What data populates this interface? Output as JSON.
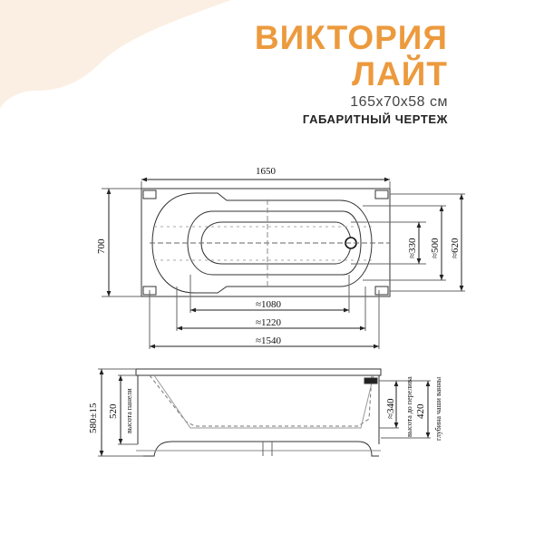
{
  "product": {
    "title_line1": "ВИКТОРИЯ",
    "title_line2": "ЛАЙТ",
    "dimensions": "165x70x58 см"
  },
  "drawing_label": "ГАБАРИТНЫЙ ЧЕРТЕЖ",
  "colors": {
    "accent": "#ec9a3d",
    "background_shape": "#fbefe3",
    "line": "#333333"
  },
  "top_view": {
    "length": "1650",
    "width": "700",
    "inner_length_1": "≈1080",
    "inner_length_2": "≈1220",
    "inner_length_3": "≈1540",
    "inner_width_1": "≈330",
    "inner_width_2": "≈500",
    "inner_width_3": "≈620"
  },
  "side_view": {
    "total_height": "580±15",
    "panel_height": "520",
    "panel_height_caption": "высота панели",
    "overflow_height": "≈340",
    "overflow_caption": "высота до перелива",
    "bowl_depth": "420",
    "bowl_depth_caption": "глубина чаши ванны"
  }
}
